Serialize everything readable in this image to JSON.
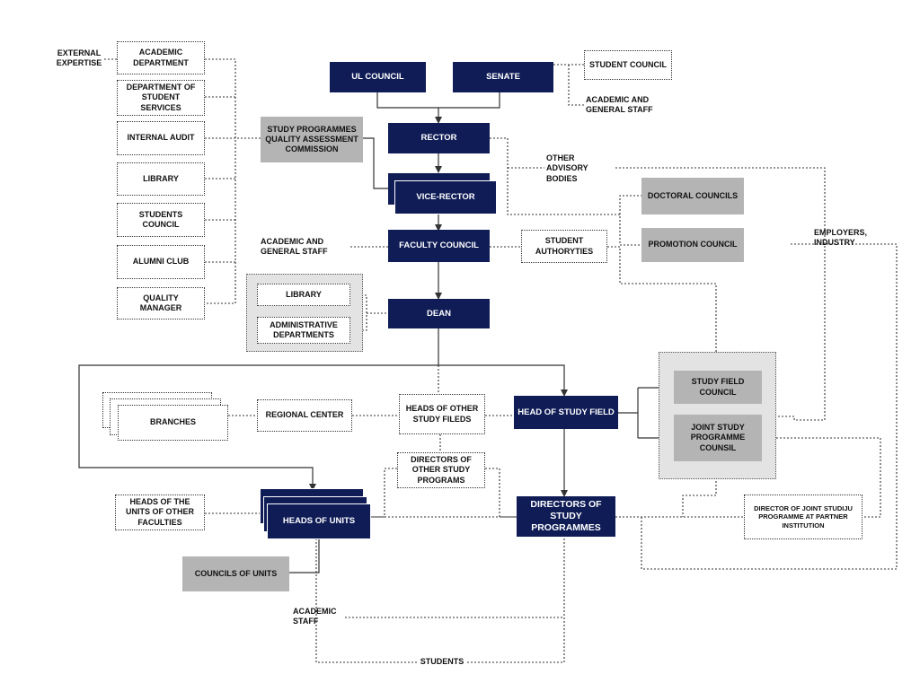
{
  "nodes": {
    "ul_council": "UL COUNCIL",
    "senate": "SENATE",
    "student_council_top": "STUDENT COUNCIL",
    "academic_general_staff_top": "ACADEMIC AND GENERAL STAFF",
    "external_expertise": "EXTERNAL EXPERTISE",
    "academic_department": "ACADEMIC DEPARTMENT",
    "department_student_services": "DEPARTMENT OF STUDENT SERVICES",
    "internal_audit": "INTERNAL AUDIT",
    "library_left": "LIBRARY",
    "students_council_left": "STUDENTS COUNCIL",
    "alumni_club": "ALUMNI CLUB",
    "quality_manager": "QUALITY MANAGER",
    "study_programmes_qac": "STUDY PROGRAMMES QUALITY ASSESSMENT COMMISSION",
    "rector": "RECTOR",
    "vice_rector": "VICE-RECTOR",
    "other_advisory_bodies": "OTHER ADVISORY BODIES",
    "doctoral_councils": "DOCTORAL COUNCILS",
    "promotion_council": "PROMOTION COUNCIL",
    "employers_industry": "EMPLOYERS, INDUSTRY",
    "academic_general_staff_mid": "ACADEMIC AND GENERAL STAFF",
    "faculty_council": "FACULTY COUNCIL",
    "student_authoryties": "STUDENT AUTHORYTIES",
    "library_faculty": "LIBRARY",
    "administrative_departments": "ADMINISTRATIVE DEPARTMENTS",
    "dean": "DEAN",
    "branches": "BRANCHES",
    "regional_center": "REGIONAL CENTER",
    "heads_other_study_fileds": "HEADS OF OTHER STUDY FILEDS",
    "head_of_study_field": "HEAD OF STUDY FIELD",
    "study_field_council": "STUDY FIELD COUNCIL",
    "joint_study_programme_counsil": "JOINT STUDY PROGRAMME COUNSIL",
    "directors_other_study_programs": "DIRECTORS OF OTHER STUDY PROGRAMS",
    "heads_units_other_faculties": "HEADS OF THE UNITS OF OTHER FACULTIES",
    "heads_of_units": "HEADS OF UNITS",
    "directors_study_programmes": "DIRECTORS OF STUDY PROGRAMMES",
    "director_joint_programme": "DIRECTOR OF JOINT STUDIJU PROGRAMME AT PARTNER INSTITUTION",
    "councils_of_units": "COUNCILS OF UNITS",
    "academic_staff": "ACADEMIC STAFF",
    "students": "STUDENTS"
  },
  "colors": {
    "dark_box": "#0f1c56",
    "grey_box": "#b4b4b4",
    "grey_panel": "#e3e3e3",
    "line": "#333333"
  }
}
